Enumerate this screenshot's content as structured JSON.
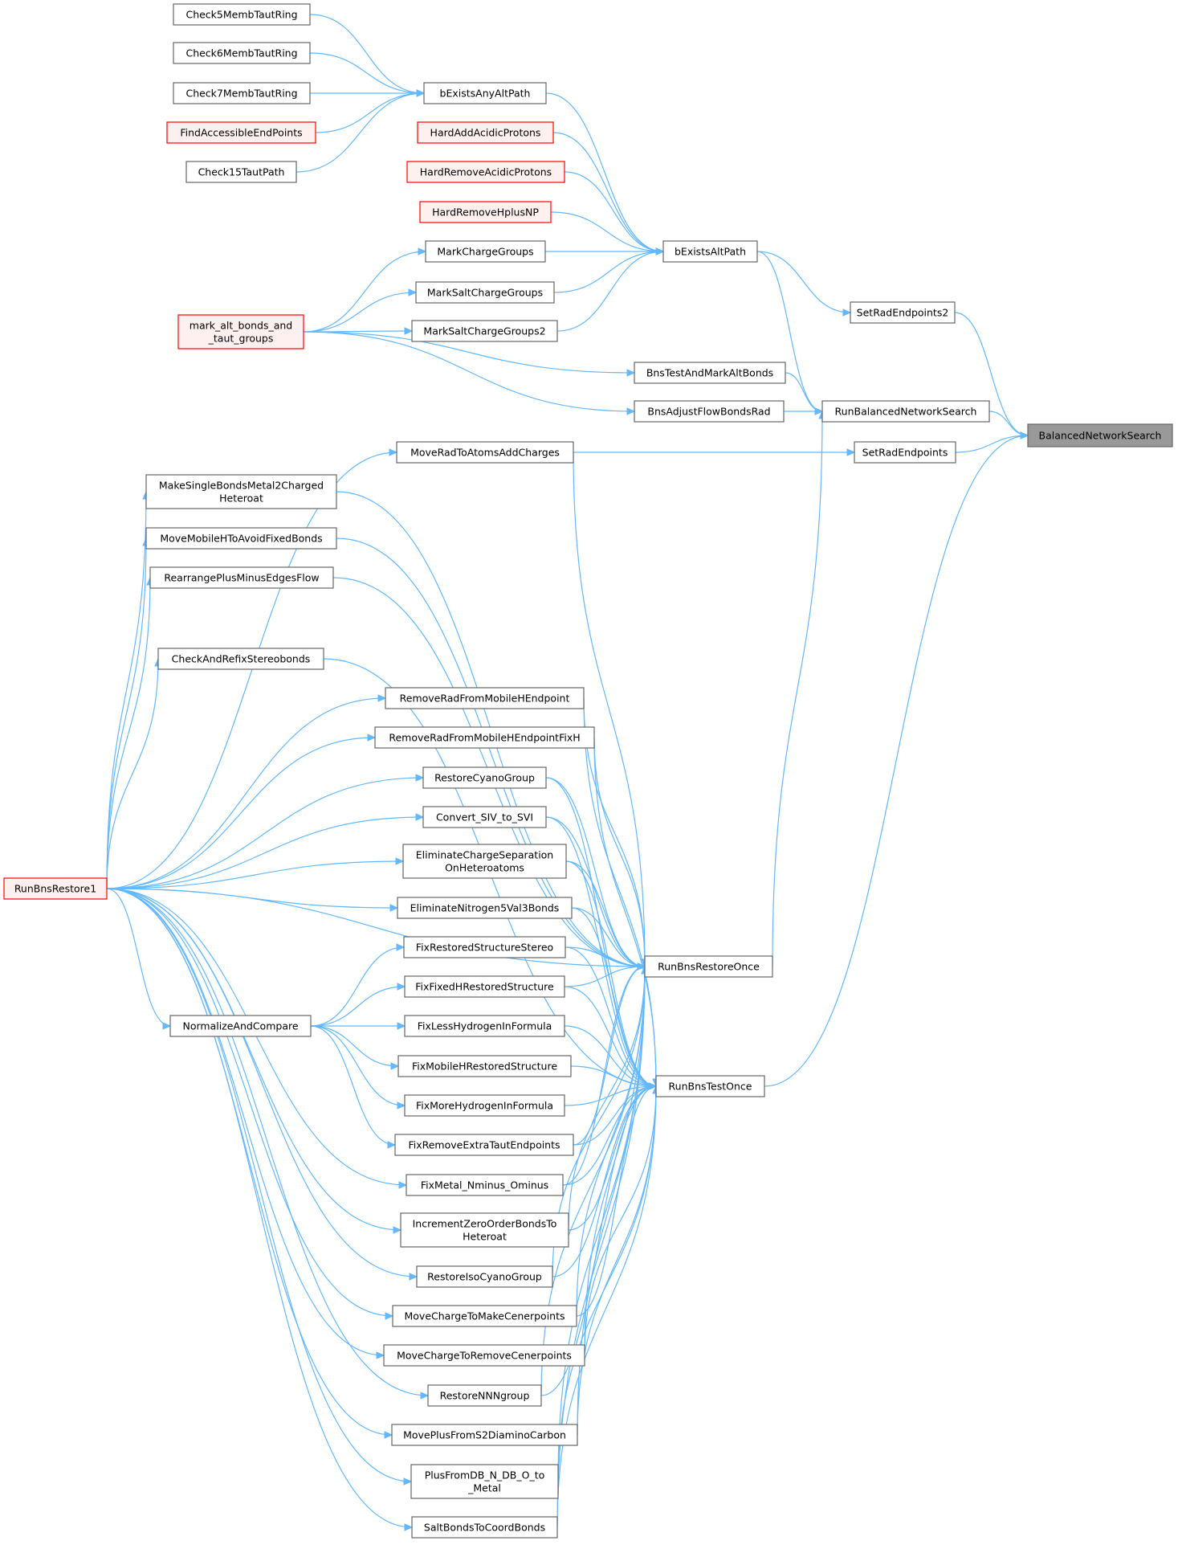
{
  "nodes": [
    {
      "id": "n_bns",
      "lines": [
        "BalancedNetworkSearch"
      ],
      "kind": "root"
    },
    {
      "id": "n_setrad2",
      "lines": [
        "SetRadEndpoints2"
      ],
      "kind": "normal"
    },
    {
      "id": "n_runbal",
      "lines": [
        "RunBalancedNetworkSearch"
      ],
      "kind": "normal"
    },
    {
      "id": "n_setrad",
      "lines": [
        "SetRadEndpoints"
      ],
      "kind": "normal"
    },
    {
      "id": "n_runtest",
      "lines": [
        "RunBnsTestOnce"
      ],
      "kind": "normal"
    },
    {
      "id": "n_bexalt",
      "lines": [
        "bExistsAltPath"
      ],
      "kind": "normal"
    },
    {
      "id": "n_bnsmark",
      "lines": [
        "BnsTestAndMarkAltBonds"
      ],
      "kind": "normal"
    },
    {
      "id": "n_bnsadj",
      "lines": [
        "BnsAdjustFlowBondsRad"
      ],
      "kind": "normal"
    },
    {
      "id": "n_moverad",
      "lines": [
        "MoveRadToAtomsAddCharges"
      ],
      "kind": "normal"
    },
    {
      "id": "n_runrestore",
      "lines": [
        "RunBnsRestoreOnce"
      ],
      "kind": "normal"
    },
    {
      "id": "n_bexany",
      "lines": [
        "bExistsAnyAltPath"
      ],
      "kind": "normal"
    },
    {
      "id": "n_hardadd",
      "lines": [
        "HardAddAcidicProtons"
      ],
      "kind": "red"
    },
    {
      "id": "n_hardrem",
      "lines": [
        "HardRemoveAcidicProtons"
      ],
      "kind": "red"
    },
    {
      "id": "n_hardhplus",
      "lines": [
        "HardRemoveHplusNP"
      ],
      "kind": "red"
    },
    {
      "id": "n_markcg",
      "lines": [
        "MarkChargeGroups"
      ],
      "kind": "normal"
    },
    {
      "id": "n_marksalt",
      "lines": [
        "MarkSaltChargeGroups"
      ],
      "kind": "normal"
    },
    {
      "id": "n_marksalt2",
      "lines": [
        "MarkSaltChargeGroups2"
      ],
      "kind": "normal"
    },
    {
      "id": "n_c5",
      "lines": [
        "Check5MembTautRing"
      ],
      "kind": "normal"
    },
    {
      "id": "n_c6",
      "lines": [
        "Check6MembTautRing"
      ],
      "kind": "normal"
    },
    {
      "id": "n_c7",
      "lines": [
        "Check7MembTautRing"
      ],
      "kind": "normal"
    },
    {
      "id": "n_findacc",
      "lines": [
        "FindAccessibleEndPoints"
      ],
      "kind": "red"
    },
    {
      "id": "n_c15",
      "lines": [
        "Check15TautPath"
      ],
      "kind": "normal"
    },
    {
      "id": "n_markalt",
      "lines": [
        "mark_alt_bonds_and",
        "_taut_groups"
      ],
      "kind": "red"
    },
    {
      "id": "n_makesingle",
      "lines": [
        "MakeSingleBondsMetal2Charged",
        "Heteroat"
      ],
      "kind": "normal"
    },
    {
      "id": "n_movemobile",
      "lines": [
        "MoveMobileHToAvoidFixedBonds"
      ],
      "kind": "normal"
    },
    {
      "id": "n_rearrange",
      "lines": [
        "RearrangePlusMinusEdgesFlow"
      ],
      "kind": "normal"
    },
    {
      "id": "n_checkstereo",
      "lines": [
        "CheckAndRefixStereobonds"
      ],
      "kind": "normal"
    },
    {
      "id": "n_removerad",
      "lines": [
        "RemoveRadFromMobileHEndpoint"
      ],
      "kind": "normal"
    },
    {
      "id": "n_removeradfix",
      "lines": [
        "RemoveRadFromMobileHEndpointFixH"
      ],
      "kind": "normal"
    },
    {
      "id": "n_restorecyano",
      "lines": [
        "RestoreCyanoGroup"
      ],
      "kind": "normal"
    },
    {
      "id": "n_convert",
      "lines": [
        "Convert_SIV_to_SVI"
      ],
      "kind": "normal"
    },
    {
      "id": "n_eliminatecharge",
      "lines": [
        "EliminateChargeSeparation",
        "OnHeteroatoms"
      ],
      "kind": "normal"
    },
    {
      "id": "n_eliminaten",
      "lines": [
        "EliminateNitrogen5Val3Bonds"
      ],
      "kind": "normal"
    },
    {
      "id": "n_fixrestoredstereo",
      "lines": [
        "FixRestoredStructureStereo"
      ],
      "kind": "normal"
    },
    {
      "id": "n_fixfixedh",
      "lines": [
        "FixFixedHRestoredStructure"
      ],
      "kind": "normal"
    },
    {
      "id": "n_fixless",
      "lines": [
        "FixLessHydrogenInFormula"
      ],
      "kind": "normal"
    },
    {
      "id": "n_fixmobile",
      "lines": [
        "FixMobileHRestoredStructure"
      ],
      "kind": "normal"
    },
    {
      "id": "n_fixmore",
      "lines": [
        "FixMoreHydrogenInFormula"
      ],
      "kind": "normal"
    },
    {
      "id": "n_fixremove",
      "lines": [
        "FixRemoveExtraTautEndpoints"
      ],
      "kind": "normal"
    },
    {
      "id": "n_fixmetal",
      "lines": [
        "FixMetal_Nminus_Ominus"
      ],
      "kind": "normal"
    },
    {
      "id": "n_increment",
      "lines": [
        "IncrementZeroOrderBondsTo",
        "Heteroat"
      ],
      "kind": "normal"
    },
    {
      "id": "n_restoreiso",
      "lines": [
        "RestoreIsoCyanoGroup"
      ],
      "kind": "normal"
    },
    {
      "id": "n_movemake",
      "lines": [
        "MoveChargeToMakeCenerpoints"
      ],
      "kind": "normal"
    },
    {
      "id": "n_moveremove",
      "lines": [
        "MoveChargeToRemoveCenerpoints"
      ],
      "kind": "normal"
    },
    {
      "id": "n_restorennn",
      "lines": [
        "RestoreNNNgroup"
      ],
      "kind": "normal"
    },
    {
      "id": "n_moveplus",
      "lines": [
        "MovePlusFromS2DiaminoCarbon"
      ],
      "kind": "normal"
    },
    {
      "id": "n_plusfrom",
      "lines": [
        "PlusFromDB_N_DB_O_to",
        "_Metal"
      ],
      "kind": "normal"
    },
    {
      "id": "n_saltbonds",
      "lines": [
        "SaltBondsToCoordBonds"
      ],
      "kind": "normal"
    },
    {
      "id": "n_normalize",
      "lines": [
        "NormalizeAndCompare"
      ],
      "kind": "normal"
    },
    {
      "id": "n_runrestore1",
      "lines": [
        "RunBnsRestore1"
      ],
      "kind": "red"
    }
  ]
}
